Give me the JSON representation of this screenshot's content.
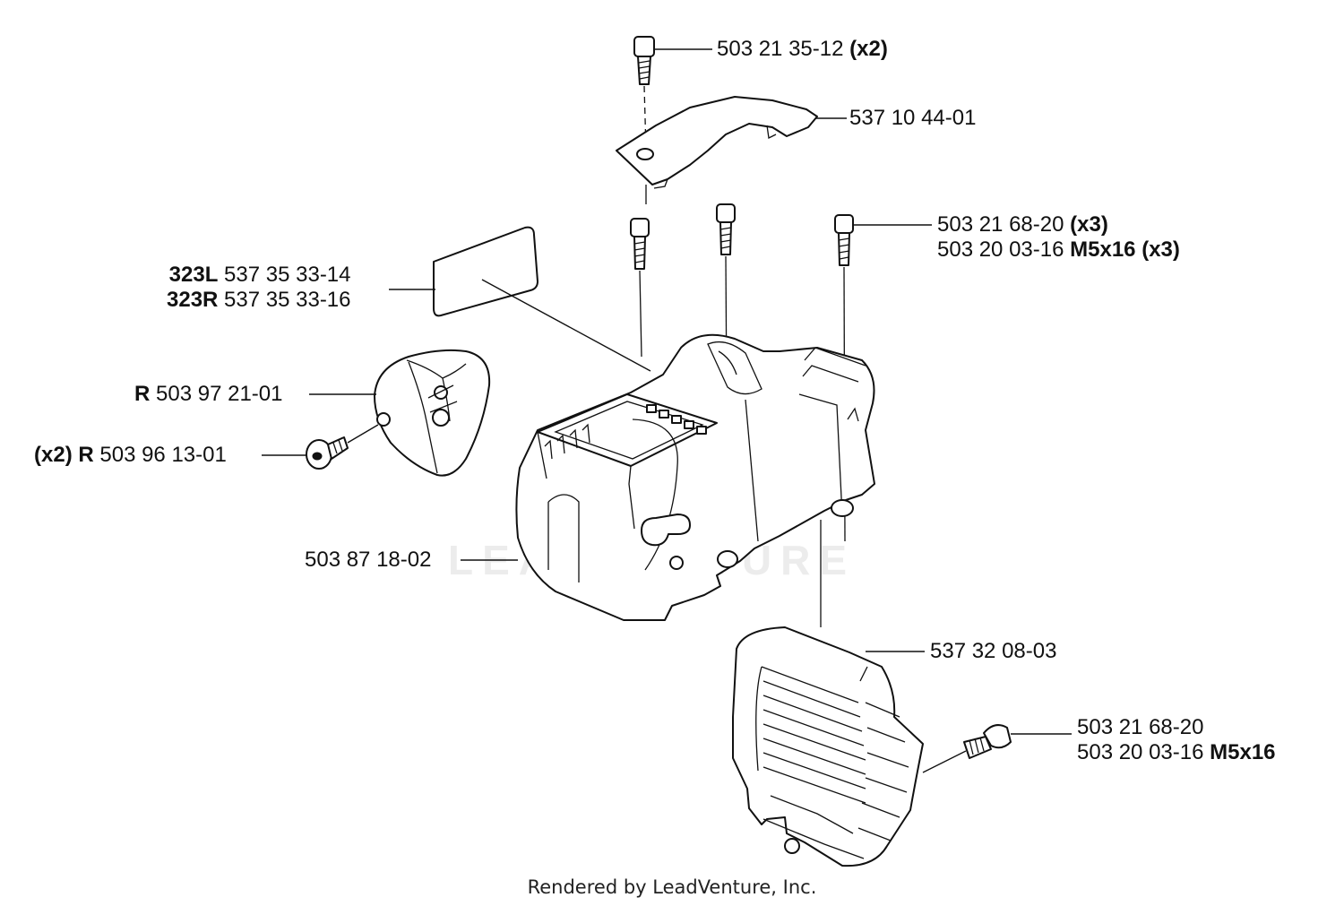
{
  "labels": {
    "screw_top": {
      "part": "503 21 35-12",
      "qty": "(x2)"
    },
    "bracket": {
      "part": "537 10 44-01"
    },
    "screws_three": {
      "line1_part": "503 21 68-20",
      "line1_qty": "(x3)",
      "line2_part": "503 20 03-16",
      "line2_spec": "M5x16",
      "line2_qty": "(x3)"
    },
    "decal": {
      "line1_model": "323L",
      "line1_part": "537 35 33-14",
      "line2_model": "323R",
      "line2_part": "537 35 33-16"
    },
    "cup": {
      "prefix": "R",
      "part": "503 97 21-01"
    },
    "cup_screw": {
      "qty": "(x2)",
      "prefix": "R",
      "part": "503 96 13-01"
    },
    "cover": {
      "part": "503 87 18-02"
    },
    "guard": {
      "part": "537 32 08-03"
    },
    "screw_side": {
      "line1_part": "503 21 68-20",
      "line2_part": "503 20 03-16",
      "line2_spec": "M5x16"
    }
  },
  "watermark": "LEADVENTURE",
  "footer": "Rendered by LeadVenture, Inc."
}
